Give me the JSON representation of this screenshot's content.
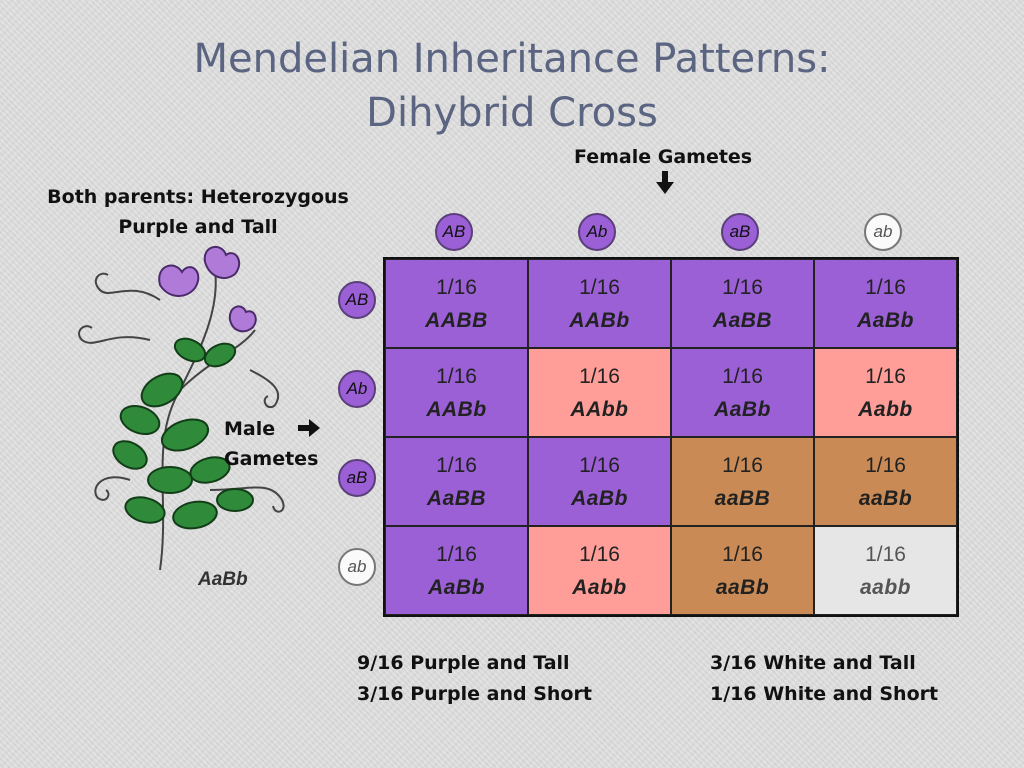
{
  "title": {
    "line1": "Mendelian Inheritance Patterns:",
    "line2": "Dihybrid Cross"
  },
  "labels": {
    "female": "Female Gametes",
    "parents_line1": "Both parents:  Heterozygous",
    "parents_line2": "Purple and Tall",
    "male_line1": "Male",
    "male_line2": "Gametes",
    "plant_genotype": "AaBb"
  },
  "female_gametes": [
    "AB",
    "Ab",
    "aB",
    "ab"
  ],
  "male_gametes": [
    "AB",
    "Ab",
    "aB",
    "ab"
  ],
  "colors": {
    "purple": "#9b5fd6",
    "pink": "#ff9e98",
    "tan": "#c98a55",
    "white": "#e6e6e6",
    "title": "#5b6582"
  },
  "punnett": [
    [
      {
        "fraction": "1/16",
        "genotype": "AABB",
        "phenotype": "purple"
      },
      {
        "fraction": "1/16",
        "genotype": "AABb",
        "phenotype": "purple"
      },
      {
        "fraction": "1/16",
        "genotype": "AaBB",
        "phenotype": "purple"
      },
      {
        "fraction": "1/16",
        "genotype": "AaBb",
        "phenotype": "purple"
      }
    ],
    [
      {
        "fraction": "1/16",
        "genotype": "AABb",
        "phenotype": "purple"
      },
      {
        "fraction": "1/16",
        "genotype": "AAbb",
        "phenotype": "pink"
      },
      {
        "fraction": "1/16",
        "genotype": "AaBb",
        "phenotype": "purple"
      },
      {
        "fraction": "1/16",
        "genotype": "Aabb",
        "phenotype": "pink"
      }
    ],
    [
      {
        "fraction": "1/16",
        "genotype": "AaBB",
        "phenotype": "purple"
      },
      {
        "fraction": "1/16",
        "genotype": "AaBb",
        "phenotype": "purple"
      },
      {
        "fraction": "1/16",
        "genotype": "aaBB",
        "phenotype": "tan"
      },
      {
        "fraction": "1/16",
        "genotype": "aaBb",
        "phenotype": "tan"
      }
    ],
    [
      {
        "fraction": "1/16",
        "genotype": "AaBb",
        "phenotype": "purple"
      },
      {
        "fraction": "1/16",
        "genotype": "Aabb",
        "phenotype": "pink"
      },
      {
        "fraction": "1/16",
        "genotype": "aaBb",
        "phenotype": "tan"
      },
      {
        "fraction": "1/16",
        "genotype": "aabb",
        "phenotype": "white"
      }
    ]
  ],
  "summary": {
    "purple_tall": "9/16 Purple and Tall",
    "purple_short": "3/16 Purple and Short",
    "white_tall": "3/16 White and Tall",
    "white_short": "1/16 White and Short"
  }
}
